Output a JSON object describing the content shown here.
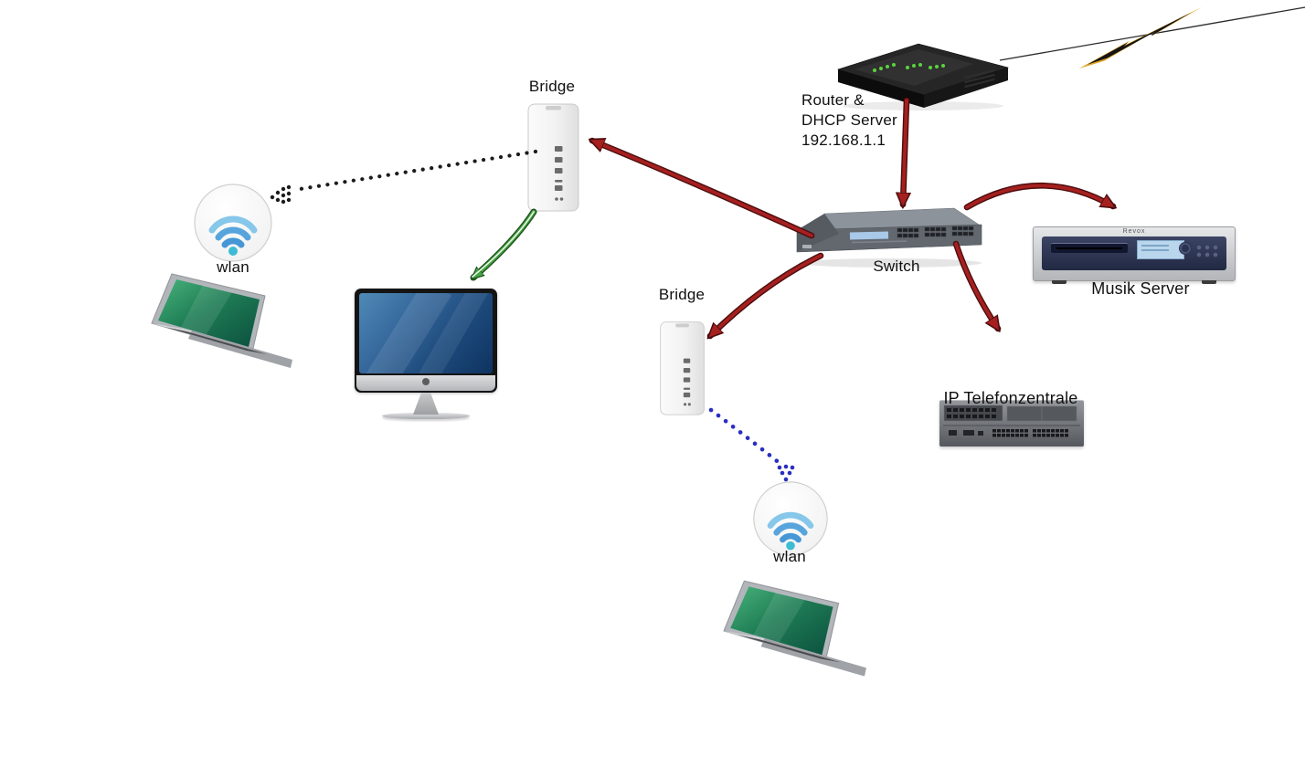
{
  "diagram": {
    "background": "#ffffff",
    "nodes": {
      "router": {
        "label_lines": [
          "Router &",
          "DHCP Server",
          "192.168.1.1"
        ]
      },
      "switch": {
        "label": "Switch"
      },
      "bridge_top": {
        "label": "Bridge"
      },
      "bridge_mid": {
        "label": "Bridge"
      },
      "wlan_left": {
        "label": "wlan"
      },
      "wlan_bottom": {
        "label": "wlan"
      },
      "musik_server": {
        "label": "Musik Server",
        "brand": "Revox"
      },
      "ip_telefonzentrale": {
        "label": "IP Telefonzentrale"
      }
    },
    "edges": [
      {
        "from": "router",
        "to": "internet",
        "style": "thin-line-with-lightning"
      },
      {
        "from": "router",
        "to": "switch",
        "style": "red-arrow"
      },
      {
        "from": "switch",
        "to": "bridge_top",
        "style": "red-arrow"
      },
      {
        "from": "switch",
        "to": "bridge_mid",
        "style": "red-arrow"
      },
      {
        "from": "switch",
        "to": "musik_server",
        "style": "red-arrow"
      },
      {
        "from": "switch",
        "to": "ip_telefonzentrale",
        "style": "red-arrow"
      },
      {
        "from": "bridge_top",
        "to": "wlan_left",
        "style": "black-dotted-arrow"
      },
      {
        "from": "bridge_top",
        "to": "imac",
        "style": "green-arrow"
      },
      {
        "from": "bridge_mid",
        "to": "wlan_bottom",
        "style": "blue-dotted-arrow"
      }
    ],
    "colors": {
      "red_arrow": "#a5201f",
      "red_arrow_outline": "#4c0d0f",
      "green_arrow": "#46a443",
      "blue_dots": "#2a2ec0",
      "black_dots": "#1c1c1c",
      "lightning_gold": "#e0a42c",
      "wifi_blue": "#58a5dd"
    }
  }
}
